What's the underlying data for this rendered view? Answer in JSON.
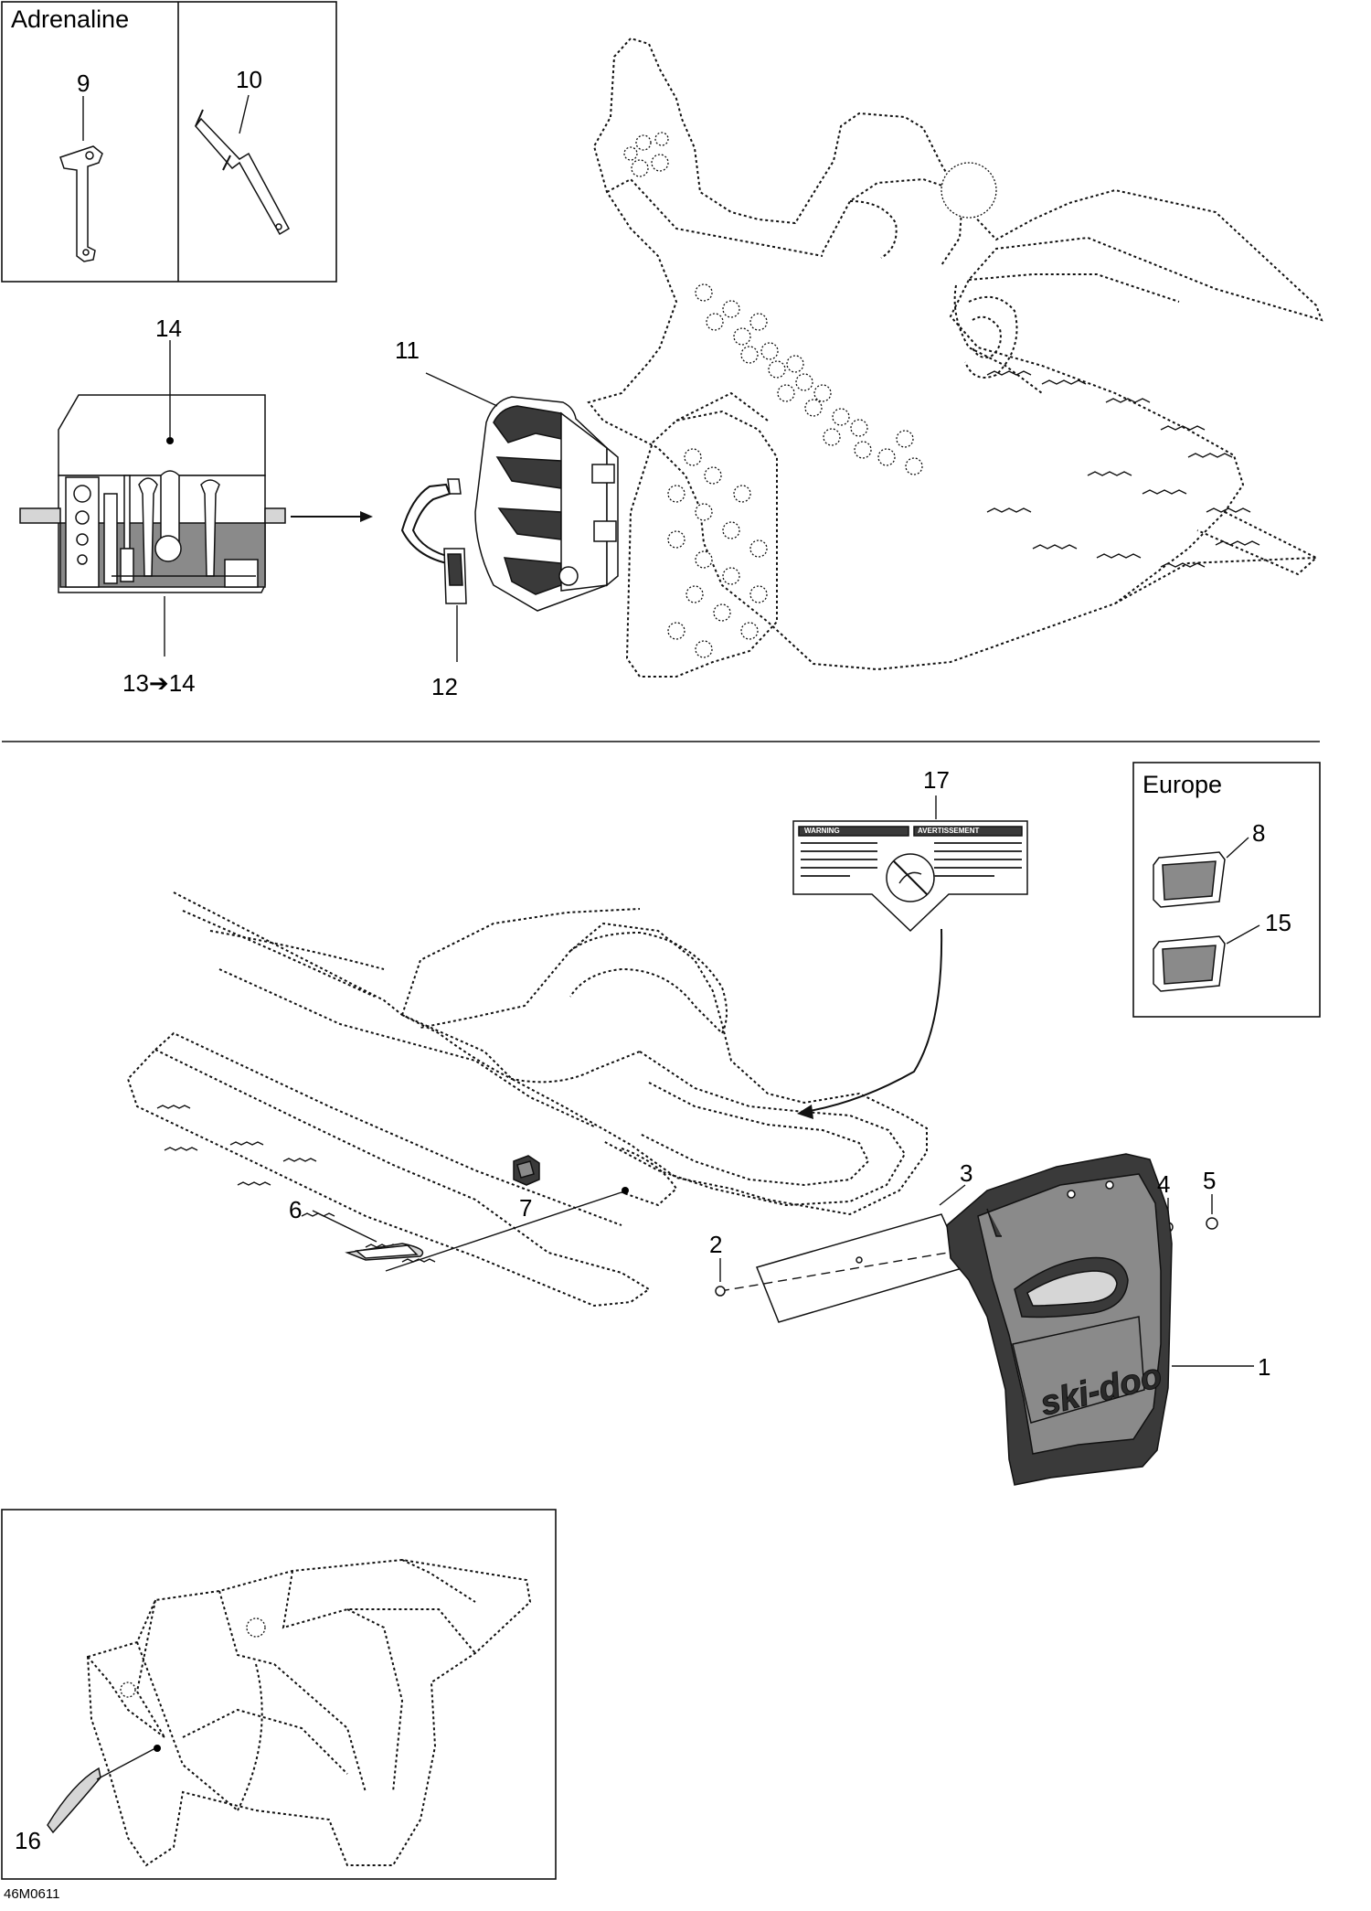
{
  "boxes": {
    "adrenaline_title": "Adrenaline",
    "europe_title": "Europe"
  },
  "callouts": {
    "c1": "1",
    "c2": "2",
    "c3": "3",
    "c4": "4",
    "c5": "5",
    "c6": "6",
    "c7": "7",
    "c8": "8",
    "c9": "9",
    "c10": "10",
    "c11": "11",
    "c12": "12",
    "c13_14": "13➔14",
    "c14": "14",
    "c15": "15",
    "c16": "16",
    "c17": "17"
  },
  "decal": {
    "left_heading": "WARNING",
    "right_heading": "AVERTISSEMENT"
  },
  "logo_text": "ski-doo",
  "document_number": "46M0611"
}
